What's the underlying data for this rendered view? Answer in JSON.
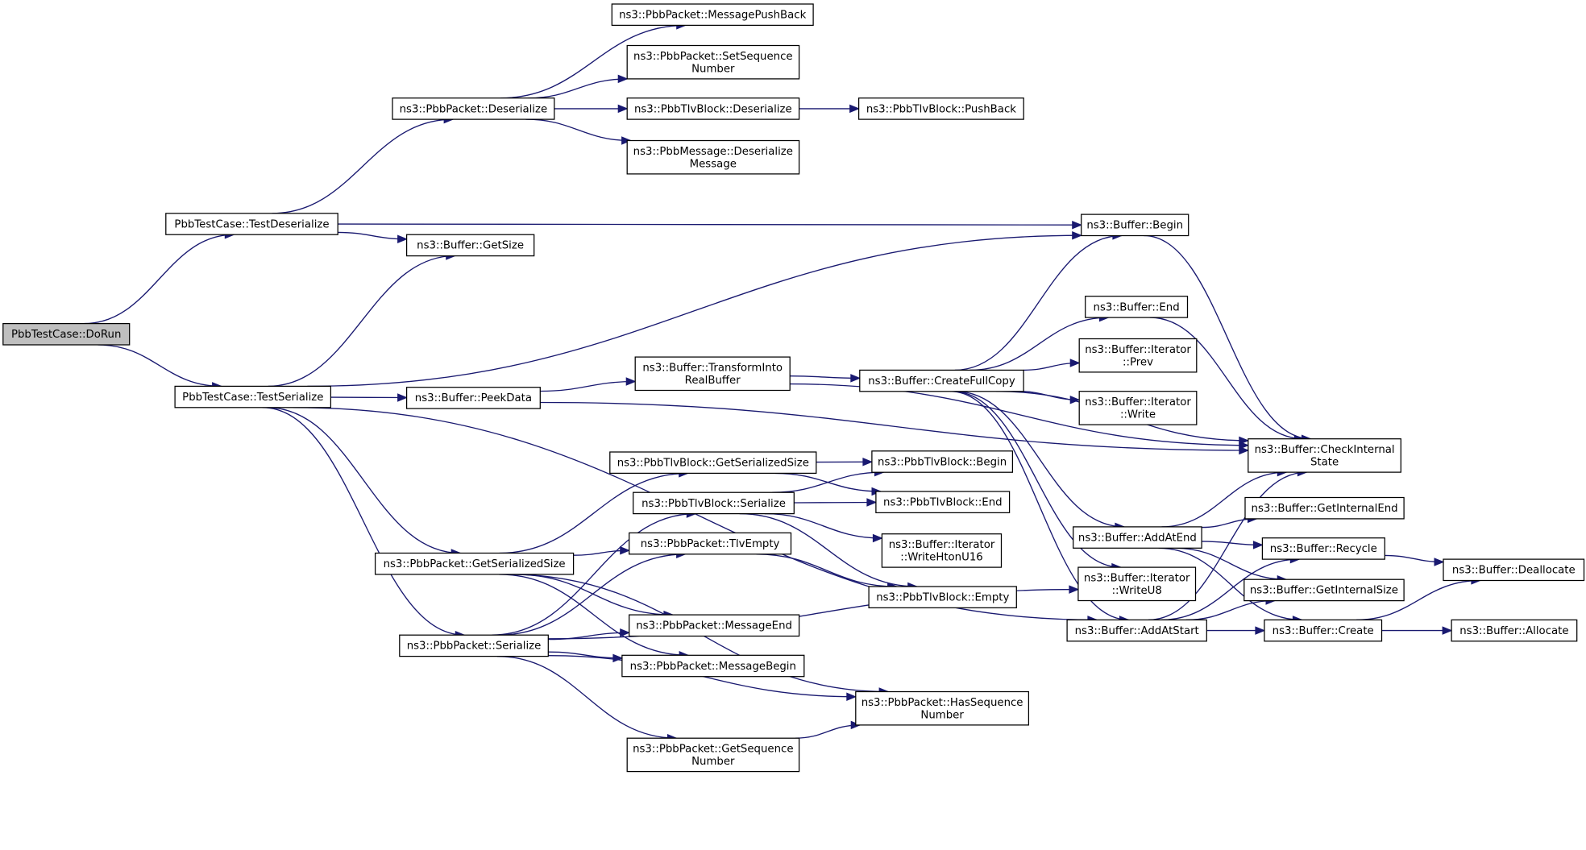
{
  "diagram": {
    "type": "call-graph",
    "colors": {
      "edge": "#191970",
      "node_border": "#000000",
      "root_fill": "#bfbfbf",
      "node_fill": "#ffffff"
    },
    "nodes": [
      {
        "id": "dorun",
        "lines": [
          "PbbTestCase::DoRun"
        ],
        "root": true
      },
      {
        "id": "testdeser",
        "lines": [
          "PbbTestCase::TestDeserialize"
        ]
      },
      {
        "id": "testser",
        "lines": [
          "PbbTestCase::TestSerialize"
        ]
      },
      {
        "id": "pkt_deser",
        "lines": [
          "ns3::PbbPacket::Deserialize"
        ]
      },
      {
        "id": "buf_getsize",
        "lines": [
          "ns3::Buffer::GetSize"
        ]
      },
      {
        "id": "buf_peek",
        "lines": [
          "ns3::Buffer::PeekData"
        ]
      },
      {
        "id": "pkt_getsersize",
        "lines": [
          "ns3::PbbPacket::GetSerializedSize"
        ]
      },
      {
        "id": "pkt_ser",
        "lines": [
          "ns3::PbbPacket::Serialize"
        ]
      },
      {
        "id": "msgpushback",
        "lines": [
          "ns3::PbbPacket::MessagePushBack"
        ]
      },
      {
        "id": "setseq",
        "lines": [
          "ns3::PbbPacket::SetSequence",
          "Number"
        ]
      },
      {
        "id": "tlvb_deser",
        "lines": [
          "ns3::PbbTlvBlock::Deserialize"
        ]
      },
      {
        "id": "msg_deser",
        "lines": [
          "ns3::PbbMessage::Deserialize",
          "Message"
        ]
      },
      {
        "id": "transform",
        "lines": [
          "ns3::Buffer::TransformInto",
          "RealBuffer"
        ]
      },
      {
        "id": "tlvb_getsersize",
        "lines": [
          "ns3::PbbTlvBlock::GetSerializedSize"
        ]
      },
      {
        "id": "tlvb_ser",
        "lines": [
          "ns3::PbbTlvBlock::Serialize"
        ]
      },
      {
        "id": "tlvempty",
        "lines": [
          "ns3::PbbPacket::TlvEmpty"
        ]
      },
      {
        "id": "msgend",
        "lines": [
          "ns3::PbbPacket::MessageEnd"
        ]
      },
      {
        "id": "msgbegin",
        "lines": [
          "ns3::PbbPacket::MessageBegin"
        ]
      },
      {
        "id": "getseq",
        "lines": [
          "ns3::PbbPacket::GetSequence",
          "Number"
        ]
      },
      {
        "id": "tlvb_pushback",
        "lines": [
          "ns3::PbbTlvBlock::PushBack"
        ]
      },
      {
        "id": "createfull",
        "lines": [
          "ns3::Buffer::CreateFullCopy"
        ]
      },
      {
        "id": "tlvb_begin",
        "lines": [
          "ns3::PbbTlvBlock::Begin"
        ]
      },
      {
        "id": "tlvb_end",
        "lines": [
          "ns3::PbbTlvBlock::End"
        ]
      },
      {
        "id": "writehton",
        "lines": [
          "ns3::Buffer::Iterator",
          "::WriteHtonU16"
        ]
      },
      {
        "id": "tlvb_empty",
        "lines": [
          "ns3::PbbTlvBlock::Empty"
        ]
      },
      {
        "id": "hasseq",
        "lines": [
          "ns3::PbbPacket::HasSequence",
          "Number"
        ]
      },
      {
        "id": "buf_begin",
        "lines": [
          "ns3::Buffer::Begin"
        ]
      },
      {
        "id": "buf_end",
        "lines": [
          "ns3::Buffer::End"
        ]
      },
      {
        "id": "it_prev",
        "lines": [
          "ns3::Buffer::Iterator",
          "::Prev"
        ]
      },
      {
        "id": "it_write",
        "lines": [
          "ns3::Buffer::Iterator",
          "::Write"
        ]
      },
      {
        "id": "addatend",
        "lines": [
          "ns3::Buffer::AddAtEnd"
        ]
      },
      {
        "id": "it_writeu8",
        "lines": [
          "ns3::Buffer::Iterator",
          "::WriteU8"
        ]
      },
      {
        "id": "addatstart",
        "lines": [
          "ns3::Buffer::AddAtStart"
        ]
      },
      {
        "id": "checkint",
        "lines": [
          "ns3::Buffer::CheckInternal",
          "State"
        ]
      },
      {
        "id": "getintend",
        "lines": [
          "ns3::Buffer::GetInternalEnd"
        ]
      },
      {
        "id": "recycle",
        "lines": [
          "ns3::Buffer::Recycle"
        ]
      },
      {
        "id": "getintsize",
        "lines": [
          "ns3::Buffer::GetInternalSize"
        ]
      },
      {
        "id": "create",
        "lines": [
          "ns3::Buffer::Create"
        ]
      },
      {
        "id": "dealloc",
        "lines": [
          "ns3::Buffer::Deallocate"
        ]
      },
      {
        "id": "alloc",
        "lines": [
          "ns3::Buffer::Allocate"
        ]
      }
    ],
    "edges": [
      [
        "dorun",
        "testdeser"
      ],
      [
        "dorun",
        "testser"
      ],
      [
        "testdeser",
        "pkt_deser"
      ],
      [
        "testdeser",
        "buf_getsize"
      ],
      [
        "testdeser",
        "buf_begin"
      ],
      [
        "pkt_deser",
        "msgpushback"
      ],
      [
        "pkt_deser",
        "setseq"
      ],
      [
        "pkt_deser",
        "tlvb_deser"
      ],
      [
        "pkt_deser",
        "msg_deser"
      ],
      [
        "tlvb_deser",
        "tlvb_pushback"
      ],
      [
        "testser",
        "buf_getsize"
      ],
      [
        "testser",
        "buf_begin"
      ],
      [
        "testser",
        "buf_peek"
      ],
      [
        "testser",
        "pkt_getsersize"
      ],
      [
        "testser",
        "pkt_ser"
      ],
      [
        "testser",
        "addatstart"
      ],
      [
        "buf_peek",
        "transform"
      ],
      [
        "buf_peek",
        "checkint"
      ],
      [
        "transform",
        "checkint"
      ],
      [
        "transform",
        "createfull"
      ],
      [
        "createfull",
        "buf_begin"
      ],
      [
        "createfull",
        "buf_end"
      ],
      [
        "createfull",
        "it_prev"
      ],
      [
        "createfull",
        "it_write"
      ],
      [
        "createfull",
        "checkint"
      ],
      [
        "createfull",
        "addatend"
      ],
      [
        "createfull",
        "it_writeu8"
      ],
      [
        "createfull",
        "addatstart"
      ],
      [
        "buf_begin",
        "checkint"
      ],
      [
        "buf_end",
        "checkint"
      ],
      [
        "addatend",
        "checkint"
      ],
      [
        "addatend",
        "getintend"
      ],
      [
        "addatend",
        "recycle"
      ],
      [
        "addatend",
        "getintsize"
      ],
      [
        "addatend",
        "create"
      ],
      [
        "addatstart",
        "checkint"
      ],
      [
        "addatstart",
        "recycle"
      ],
      [
        "addatstart",
        "getintsize"
      ],
      [
        "addatstart",
        "create"
      ],
      [
        "recycle",
        "dealloc"
      ],
      [
        "create",
        "dealloc"
      ],
      [
        "create",
        "alloc"
      ],
      [
        "pkt_getsersize",
        "tlvb_getsersize"
      ],
      [
        "pkt_getsersize",
        "tlvempty"
      ],
      [
        "pkt_getsersize",
        "msgend"
      ],
      [
        "pkt_getsersize",
        "msgbegin"
      ],
      [
        "pkt_getsersize",
        "hasseq"
      ],
      [
        "tlvb_getsersize",
        "tlvb_begin"
      ],
      [
        "tlvb_getsersize",
        "tlvb_end"
      ],
      [
        "pkt_ser",
        "tlvb_ser"
      ],
      [
        "pkt_ser",
        "tlvempty"
      ],
      [
        "pkt_ser",
        "msgend"
      ],
      [
        "pkt_ser",
        "msgbegin"
      ],
      [
        "pkt_ser",
        "hasseq"
      ],
      [
        "pkt_ser",
        "getseq"
      ],
      [
        "pkt_ser",
        "it_writeu8"
      ],
      [
        "tlvb_ser",
        "tlvb_begin"
      ],
      [
        "tlvb_ser",
        "tlvb_end"
      ],
      [
        "tlvb_ser",
        "writehton"
      ],
      [
        "tlvb_ser",
        "tlvb_empty"
      ],
      [
        "tlvempty",
        "tlvb_empty"
      ],
      [
        "getseq",
        "hasseq"
      ]
    ]
  }
}
